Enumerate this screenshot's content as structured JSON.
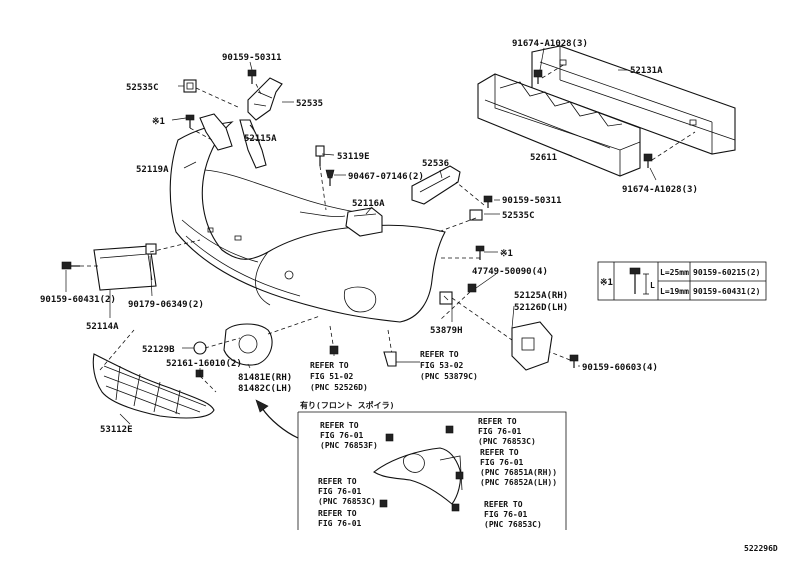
{
  "diagram_id": "522296D",
  "parts": {
    "p_90159_50311_top": "90159-50311",
    "p_52535C_top": "52535C",
    "p_52535": "52535",
    "p_52115A": "52115A",
    "p_52119A": "52119A",
    "p_53119E": "53119E",
    "p_90467_07146": "90467-07146(2)",
    "p_91674_A1028_top": "91674-A1028(3)",
    "p_52131A": "52131A",
    "p_52611": "52611",
    "p_91674_A1028_bot": "91674-A1028(3)",
    "p_52536": "52536",
    "p_90159_50311_mid": "90159-50311",
    "p_52535C_mid": "52535C",
    "p_52116A": "52116A",
    "p_47749_50090": "47749-50090(4)",
    "p_52125A": "52125A(RH)",
    "p_52126D": "52126D(LH)",
    "p_53879H": "53879H",
    "p_90159_60603": "90159-60603(4)",
    "p_90159_60431": "90159-60431(2)",
    "p_90179_06349": "90179-06349(2)",
    "p_52114A": "52114A",
    "p_52129B": "52129B",
    "p_52161_16010": "52161-16010(2)",
    "p_81481E": "81481E(RH)",
    "p_81482C": "81482C(LH)",
    "p_53112E": "53112E"
  },
  "markers": {
    "note1_a": "※1",
    "note1_b": "※1",
    "legend_mark": "※1"
  },
  "refs": {
    "fig51_1": "REFER TO",
    "fig51_2": "FIG 51-02",
    "fig51_3": "(PNC 52526D)",
    "fig53_1": "REFER TO",
    "fig53_2": "FIG 53-02",
    "fig53_3": "(PNC 53879C)",
    "spoiler_title": "有り(フロント スポイラ)",
    "r1_1": "REFER TO",
    "r1_2": "FIG 76-01",
    "r1_3": "(PNC 76853F)",
    "r2_1": "REFER TO",
    "r2_2": "FIG 76-01",
    "r2_3": "(PNC 76853C)",
    "r3_1": "REFER TO",
    "r3_2": "FIG 76-01",
    "r3_3": "(PNC 76851A(RH))",
    "r3_4": "(PNC 76852A(LH))",
    "r4_1": "REFER TO",
    "r4_2": "FIG 76-01",
    "r4_3": "(PNC 76853C)",
    "r5_1": "REFER TO",
    "r5_2": "FIG 76-01",
    "r6_1": "REFER TO",
    "r6_2": "FIG 76-01",
    "r6_3": "(PNC 76853C)"
  },
  "legend": {
    "len_25": "L=25mm",
    "part_25": "90159-60215(2)",
    "len_19": "L=19mm",
    "part_19": "90159-60431(2)",
    "l_label": "L"
  }
}
